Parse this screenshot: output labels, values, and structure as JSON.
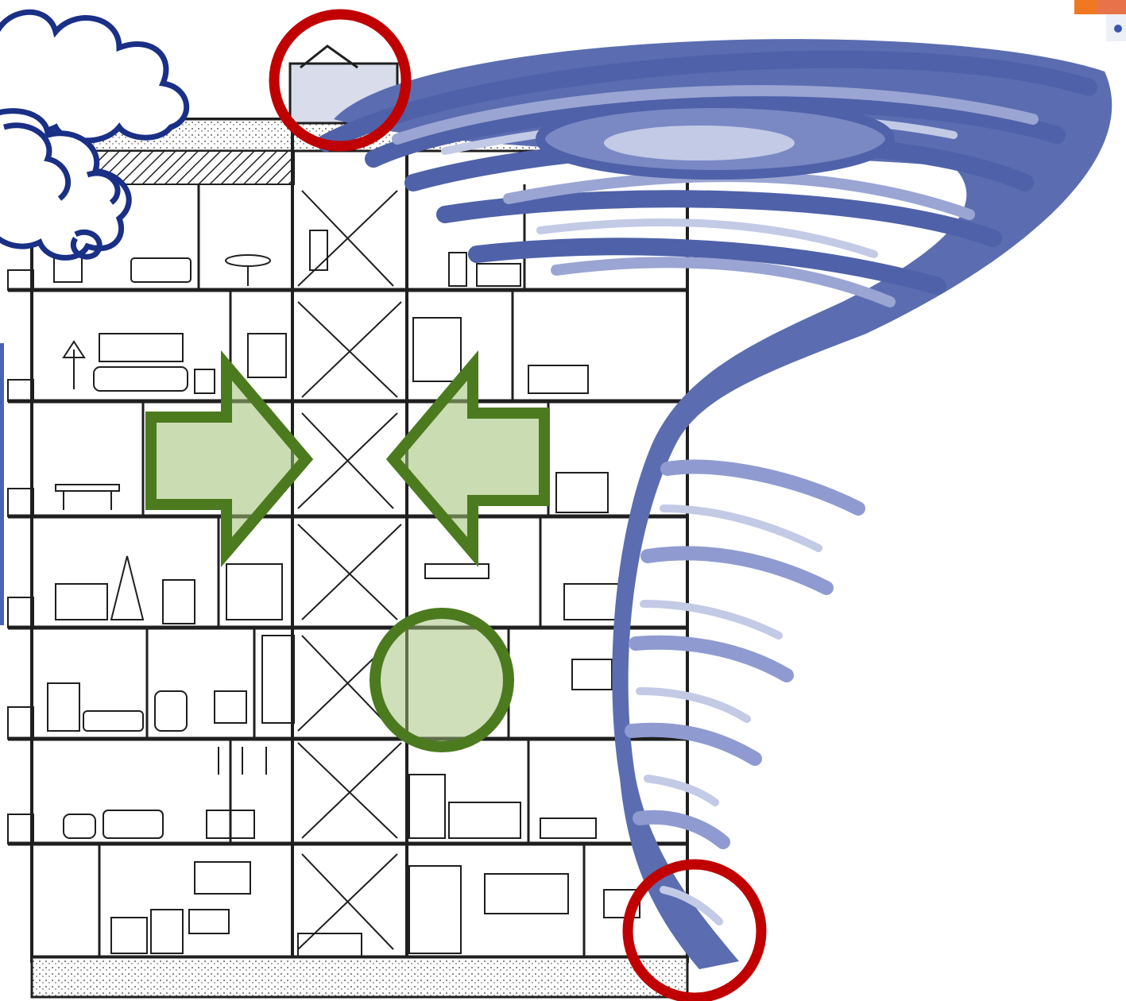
{
  "scene": {
    "background": "#ffffff",
    "line_color": "#1f1f1f",
    "tornado_colors": [
      "#4f61a8",
      "#7483bf",
      "#9aa5d3",
      "#c3cae6"
    ],
    "cloud_color": "#1a2f86",
    "safe_zone_color": "#4c7a1f",
    "safe_fill_color": "#9fbf73",
    "danger_color": "#c00000",
    "corner_badge_color": "#f07820",
    "corner_badge_dot_color": "#3a56b0",
    "left_edge_bar_color": "#4a63b5"
  },
  "markers": {
    "danger": [
      {
        "label": "",
        "location": "top-floor-roof"
      },
      {
        "label": "",
        "location": "ground-floor-corner"
      }
    ],
    "safe_arrows": [
      {
        "label": "",
        "direction": "right"
      },
      {
        "label": "",
        "direction": "left"
      }
    ],
    "safe_circle": {
      "label": "",
      "location": "interior-bathroom"
    }
  }
}
